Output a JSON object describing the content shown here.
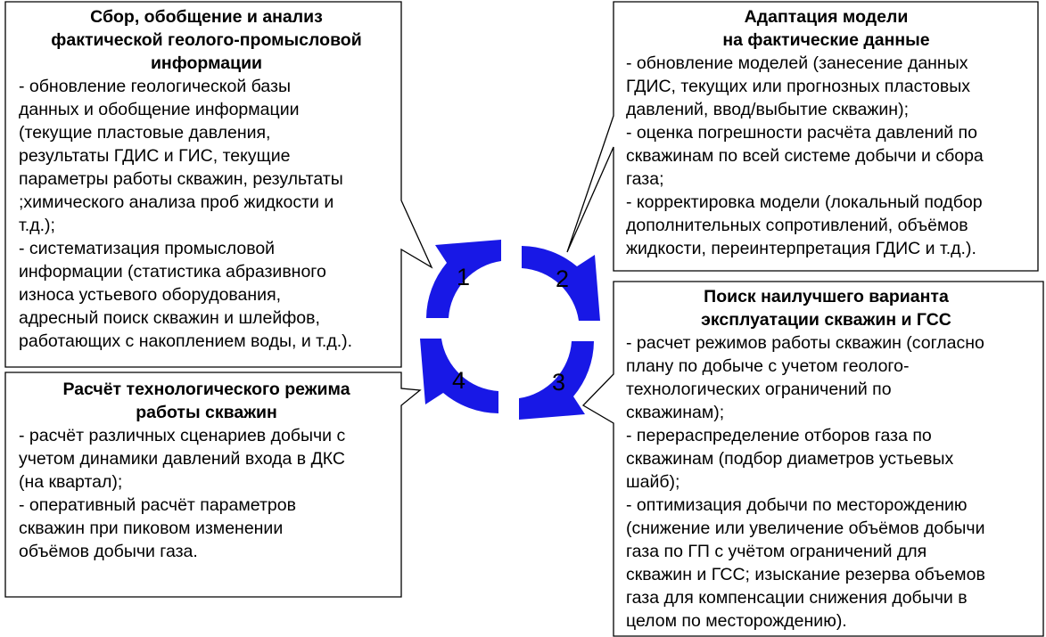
{
  "diagram": {
    "colors": {
      "arrow_fill": "#1818e6",
      "box_border": "#000000",
      "text": "#000000"
    },
    "cycle_steps": [
      "1",
      "2",
      "3",
      "4"
    ],
    "boxes": [
      {
        "step": "1",
        "title_lines": [
          "Сбор, обобщение и анализ",
          "фактической геолого-промысловой",
          "информации"
        ],
        "lines": [
          "- обновление геологической базы",
          "данных и обобщение информации",
          "(текущие пластовые давления,",
          "результаты ГДИС и ГИС, текущие",
          "параметры работы скважин, результаты",
          ";химического анализа проб жидкости и",
          "т.д.);",
          "- систематизация промысловой",
          "информации (статистика абразивного",
          "износа устьевого оборудования,",
          "адресный поиск  скважин и шлейфов,",
          "работающих с накоплением воды, и т.д.)."
        ]
      },
      {
        "step": "2",
        "title_lines": [
          "Адаптация модели",
          "на фактические данные"
        ],
        "lines": [
          "- обновление моделей (занесение данных",
          "ГДИС, текущих или прогнозных пластовых",
          "давлений, ввод/выбытие скважин);",
          "- оценка погрешности расчёта давлений по",
          "скважинам по всей системе добычи и сбора",
          "газа;",
          "- корректировка модели (локальный подбор",
          "дополнительных сопротивлений, объёмов",
          "жидкости, переинтерпретация ГДИС и т.д.)."
        ]
      },
      {
        "step": "3",
        "title_lines": [
          "Поиск наилучшего варианта",
          "эксплуатации скважин и ГСС"
        ],
        "lines": [
          " - расчет режимов работы скважин (согласно",
          "плану по добыче с учетом геолого-",
          "технологических ограничений по",
          "скважинам);",
          "- перераспределение отборов газа по",
          "скважинам (подбор диаметров устьевых",
          "шайб);",
          "- оптимизация добычи по месторождению",
          "(снижение или увеличение объёмов добычи",
          "газа по ГП с учётом ограничений для",
          "скважин и ГСС; изыскание резерва объемов",
          "газа для компенсации снижения добычи в",
          "целом по месторождению)."
        ]
      },
      {
        "step": "4",
        "title_lines": [
          "Расчёт технологического режима",
          "работы скважин"
        ],
        "lines": [
          "- расчёт различных сценариев добычи с",
          "учетом динамики давлений входа в ДКС",
          "(на квартал);",
          "- оперативный расчёт параметров",
          "скважин при пиковом изменении",
          "объёмов добычи газа."
        ]
      }
    ]
  }
}
